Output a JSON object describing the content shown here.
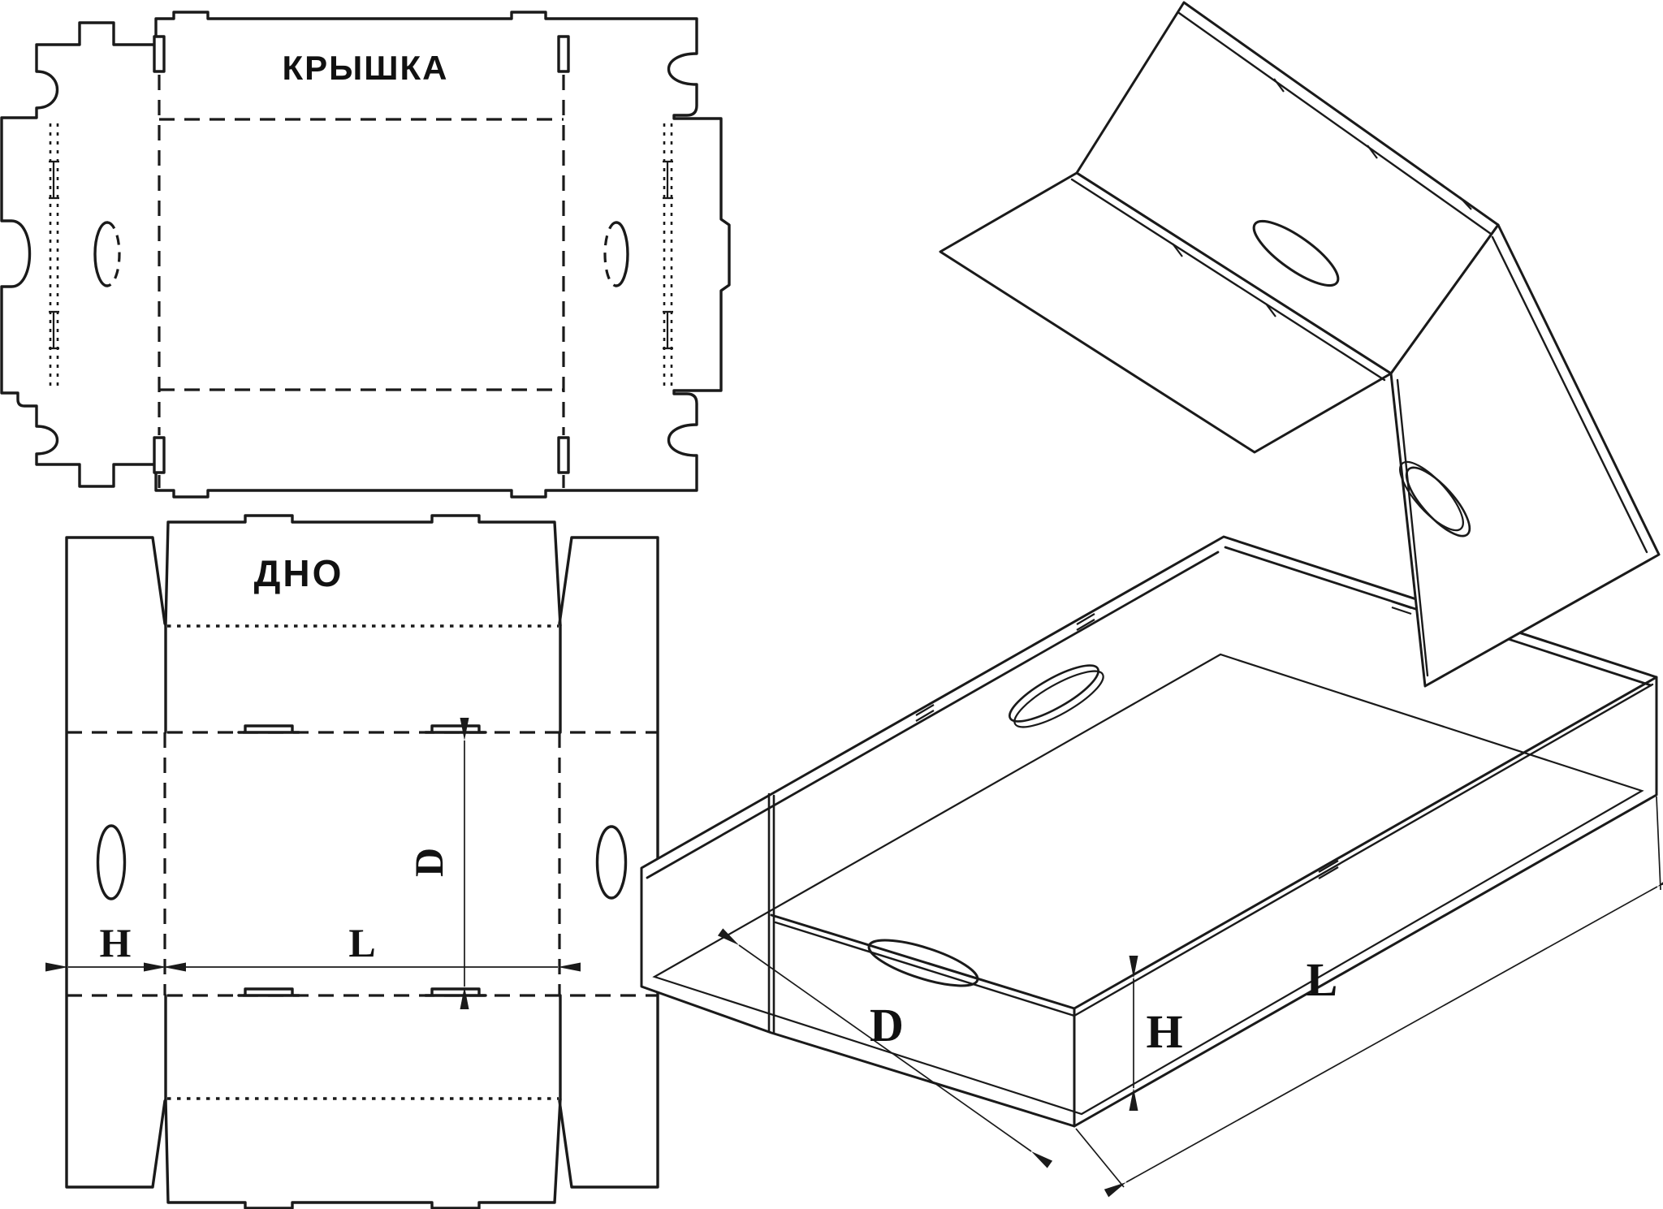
{
  "colors": {
    "line": "#1a1a1a",
    "background": "#ffffff"
  },
  "flat_patterns": {
    "lid": {
      "title": "КРЫШКА"
    },
    "bottom": {
      "title": "ДНО",
      "dim_height": "H",
      "dim_length": "L",
      "dim_depth": "D"
    }
  },
  "assembly_view": {
    "dim_depth": "D",
    "dim_height": "H",
    "dim_length": "L"
  }
}
